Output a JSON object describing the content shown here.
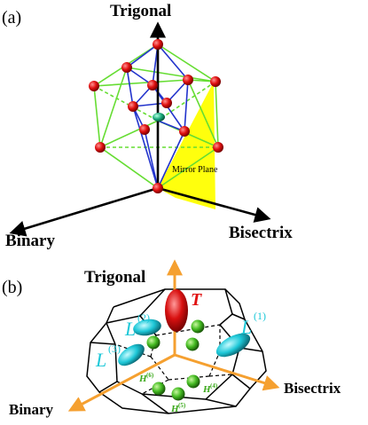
{
  "panel_a": {
    "label": "(a)",
    "trigonal": "Trigonal",
    "binary": "Binary",
    "bisectrix": "Bisectrix",
    "mirror_plane": "Mirror Plane"
  },
  "panel_b": {
    "label": "(b)",
    "trigonal": "Trigonal",
    "binary": "Binary",
    "bisectrix": "Bisectrix",
    "T": "T",
    "L1": {
      "base": "L",
      "sup": "(1)"
    },
    "L2": {
      "base": "L",
      "sup": "(2)"
    },
    "L3": {
      "base": "L",
      "sup": "(3)"
    },
    "H4": {
      "base": "H",
      "sup": "(4)"
    },
    "H5": {
      "base": "H",
      "sup": "(5)"
    },
    "H6": {
      "base": "H",
      "sup": "(6)"
    }
  },
  "colors": {
    "atom": "#e01010",
    "green_bond": "#66dd33",
    "blue_bond": "#2233cc",
    "mirror": "#ffff00",
    "arrow_orange": "#f5a030",
    "L_pocket": "#1ec8d8",
    "H_pocket": "#44bb22",
    "T_pocket": "#d81010"
  }
}
